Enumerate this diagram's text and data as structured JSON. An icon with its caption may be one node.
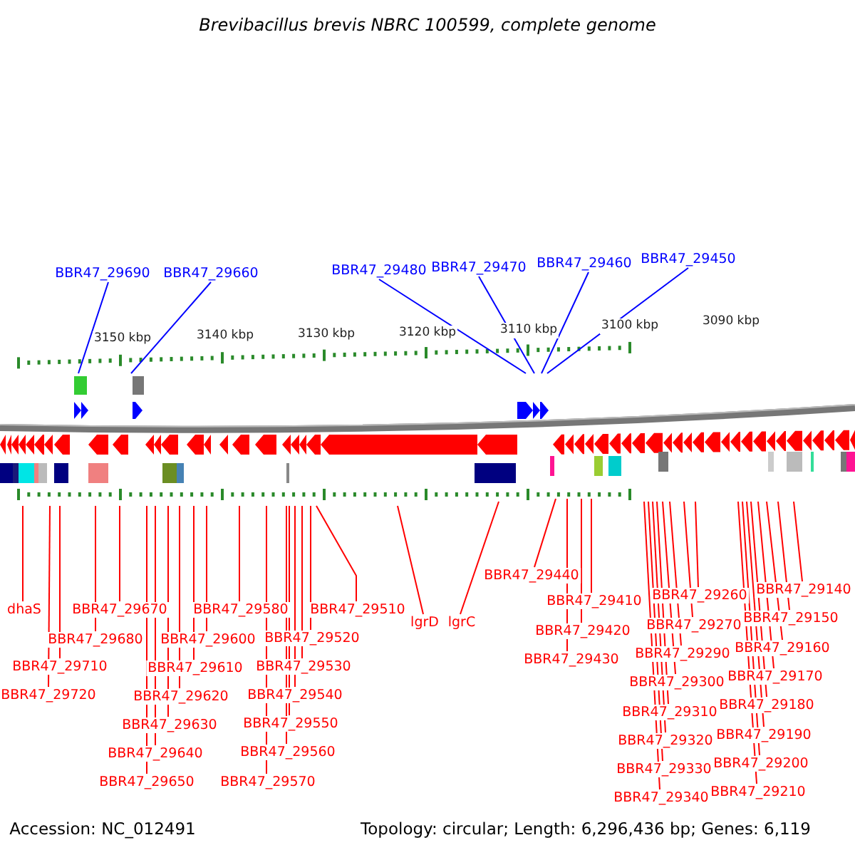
{
  "diagram": {
    "title": "Brevibacillus brevis NBRC 100599, complete genome",
    "nodes": [
      {
        "text": [
          "BBR47_29690"
        ]
      },
      {
        "text": [
          "BBR47_29660"
        ]
      },
      {
        "text": [
          "BBR47_29480"
        ]
      },
      {
        "text": [
          "BBR47_29470"
        ]
      },
      {
        "text": [
          "BBR47_29460"
        ]
      },
      {
        "text": [
          "BBR47_29450"
        ]
      },
      {
        "text": [
          "dhaS"
        ]
      },
      {
        "text": [
          "BBR47_29670"
        ]
      },
      {
        "text": [
          "BBR47_29580"
        ]
      },
      {
        "text": [
          "BBR47_29510"
        ]
      },
      {
        "text": [
          "lgrD"
        ]
      },
      {
        "text": [
          "lgrC"
        ]
      },
      {
        "text": [
          "BBR47_29440"
        ]
      },
      {
        "text": [
          "BBR47_29680"
        ]
      },
      {
        "text": [
          "BBR47_29600"
        ]
      },
      {
        "text": [
          "BBR47_29520"
        ]
      },
      {
        "text": [
          "BBR47_29410"
        ]
      },
      {
        "text": [
          "BBR47_29260"
        ]
      },
      {
        "text": [
          "BBR47_29140"
        ]
      },
      {
        "text": [
          "BBR47_29710"
        ]
      },
      {
        "text": [
          "BBR47_29610"
        ]
      },
      {
        "text": [
          "BBR47_29530"
        ]
      },
      {
        "text": [
          "BBR47_29420"
        ]
      },
      {
        "text": [
          "BBR47_29270"
        ]
      },
      {
        "text": [
          "BBR47_29150"
        ]
      },
      {
        "text": [
          "BBR47_29720"
        ]
      },
      {
        "text": [
          "BBR47_29620"
        ]
      },
      {
        "text": [
          "BBR47_29540"
        ]
      },
      {
        "text": [
          "BBR47_29430"
        ]
      },
      {
        "text": [
          "BBR47_29290"
        ]
      },
      {
        "text": [
          "BBR47_29160"
        ]
      },
      {
        "text": [
          "BBR47_29630"
        ]
      },
      {
        "text": [
          "BBR47_29550"
        ]
      },
      {
        "text": [
          "BBR47_29300"
        ]
      },
      {
        "text": [
          "BBR47_29170"
        ]
      },
      {
        "text": [
          "BBR47_29640"
        ]
      },
      {
        "text": [
          "BBR47_29560"
        ]
      },
      {
        "text": [
          "BBR47_29310"
        ]
      },
      {
        "text": [
          "BBR47_29180"
        ]
      },
      {
        "text": [
          "BBR47_29650"
        ]
      },
      {
        "text": [
          "BBR47_29570"
        ]
      },
      {
        "text": [
          "BBR47_29320"
        ]
      },
      {
        "text": [
          "BBR47_29190"
        ]
      },
      {
        "text": [
          "BBR47_29330"
        ]
      },
      {
        "text": [
          "BBR47_29200"
        ]
      },
      {
        "text": [
          "BBR47_29340"
        ]
      },
      {
        "text": [
          "BBR47_29210"
        ]
      }
    ],
    "edges": [
      {
        "from": 0,
        "to": null,
        "arrow": "none",
        "color": "#0000ff"
      },
      {
        "from": 1,
        "to": null,
        "arrow": "none",
        "color": "#0000ff"
      },
      {
        "from": 2,
        "to": null,
        "arrow": "none",
        "color": "#0000ff"
      },
      {
        "from": 3,
        "to": null,
        "arrow": "none",
        "color": "#0000ff"
      },
      {
        "from": 4,
        "to": null,
        "arrow": "none",
        "color": "#0000ff"
      },
      {
        "from": 5,
        "to": null,
        "arrow": "none",
        "color": "#0000ff"
      },
      {
        "from": 6,
        "to": null,
        "arrow": "none"
      },
      {
        "from": 7,
        "to": null,
        "arrow": "none"
      },
      {
        "from": 8,
        "to": null,
        "arrow": "none"
      },
      {
        "from": 9,
        "to": null,
        "arrow": "none"
      },
      {
        "from": 10,
        "to": null,
        "arrow": "none"
      },
      {
        "from": 11,
        "to": null,
        "arrow": "none"
      },
      {
        "from": 12,
        "to": null,
        "arrow": "none"
      },
      {
        "from": 13,
        "to": null,
        "arrow": "none"
      },
      {
        "from": 14,
        "to": null,
        "arrow": "none"
      },
      {
        "from": 15,
        "to": null,
        "arrow": "none"
      },
      {
        "from": 16,
        "to": null,
        "arrow": "none"
      },
      {
        "from": 17,
        "to": null,
        "arrow": "none"
      },
      {
        "from": 18,
        "to": null,
        "arrow": "none"
      },
      {
        "from": 19,
        "to": null,
        "arrow": "none"
      },
      {
        "from": 20,
        "to": null,
        "arrow": "none"
      },
      {
        "from": 21,
        "to": null,
        "arrow": "none"
      },
      {
        "from": 22,
        "to": null,
        "arrow": "none"
      },
      {
        "from": 23,
        "to": null,
        "arrow": "none"
      },
      {
        "from": 24,
        "to": null,
        "arrow": "none"
      },
      {
        "from": 25,
        "to": null,
        "arrow": "none"
      },
      {
        "from": 26,
        "to": null,
        "arrow": "none"
      },
      {
        "from": 27,
        "to": null,
        "arrow": "none"
      },
      {
        "from": 28,
        "to": null,
        "arrow": "none"
      },
      {
        "from": 29,
        "to": null,
        "arrow": "none"
      },
      {
        "from": 30,
        "to": null,
        "arrow": "none"
      },
      {
        "from": 31,
        "to": null,
        "arrow": "none"
      },
      {
        "from": 32,
        "to": null,
        "arrow": "none"
      },
      {
        "from": 33,
        "to": null,
        "arrow": "none"
      },
      {
        "from": 34,
        "to": null,
        "arrow": "none"
      },
      {
        "from": 35,
        "to": null,
        "arrow": "none"
      },
      {
        "from": 36,
        "to": null,
        "arrow": "none"
      },
      {
        "from": 37,
        "to": null,
        "arrow": "none"
      },
      {
        "from": 38,
        "to": null,
        "arrow": "none"
      },
      {
        "from": 39,
        "to": null,
        "arrow": "none"
      },
      {
        "from": 40,
        "to": null,
        "arrow": "none"
      },
      {
        "from": 41,
        "to": null,
        "arrow": "none"
      },
      {
        "from": 42,
        "to": null,
        "arrow": "none"
      },
      {
        "from": 43,
        "to": null,
        "arrow": "none"
      },
      {
        "from": 44,
        "to": null,
        "arrow": "none"
      },
      {
        "from": 45,
        "to": null,
        "arrow": "none"
      },
      {
        "from": 46,
        "to": null,
        "arrow": "none"
      }
    ],
    "labels": [
      "3150 kbp",
      "3140 kbp",
      "3130 kbp",
      "3120 kbp",
      "3110 kbp",
      "3100 kbp",
      "3090 kbp",
      "Accession: NC_012491",
      "Topology: circular; Length: 6,296,436 bp; Genes: 6,119"
    ]
  }
}
